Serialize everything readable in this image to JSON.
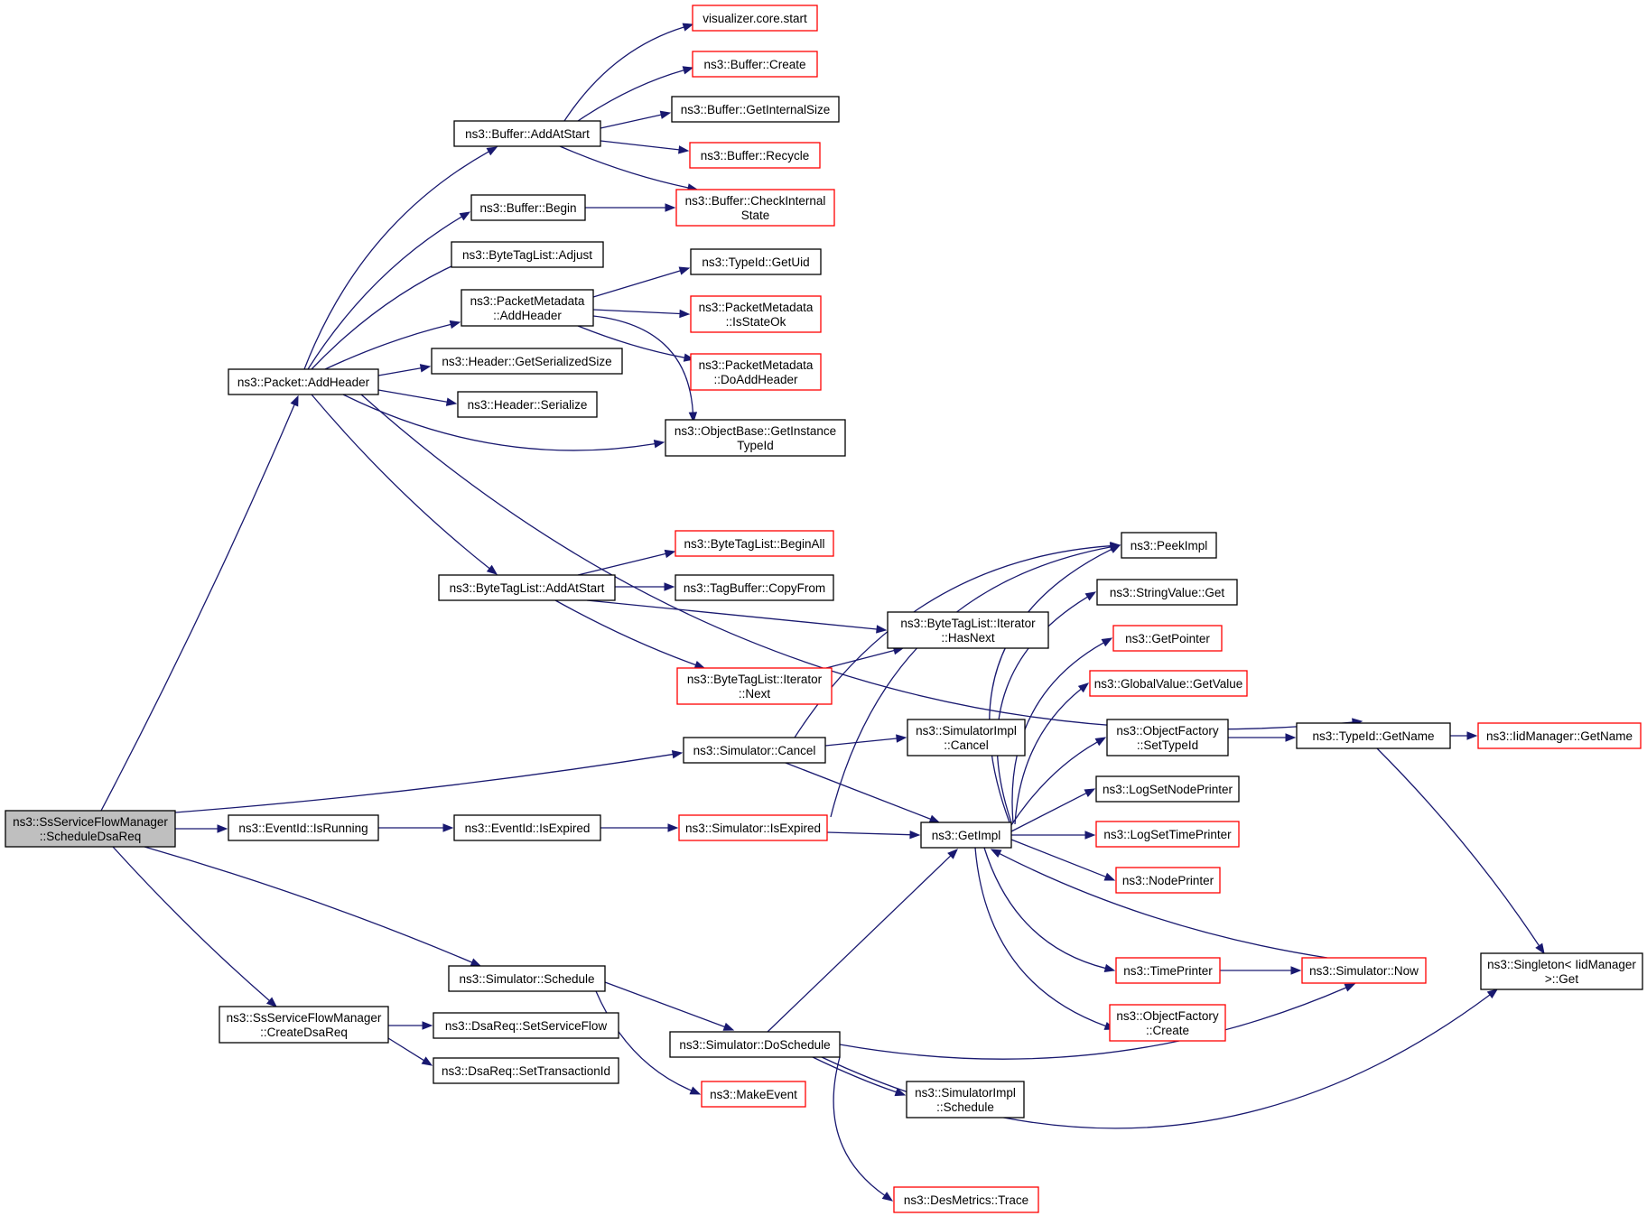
{
  "colors": {
    "edge": "#191970",
    "border_normal": "#000000",
    "border_truncated": "#ff0000",
    "fill_normal": "#ffffff",
    "fill_root": "#bfbfbf"
  },
  "nodes": [
    {
      "id": "n0",
      "lines": [
        "ns3::SsServiceFlowManager",
        "::ScheduleDsaReq"
      ],
      "style": "root"
    },
    {
      "id": "n1",
      "lines": [
        "ns3::Packet::AddHeader"
      ],
      "style": "normal"
    },
    {
      "id": "n2",
      "lines": [
        "ns3::Buffer::AddAtStart"
      ],
      "style": "normal"
    },
    {
      "id": "n3",
      "lines": [
        "visualizer.core.start"
      ],
      "style": "truncated"
    },
    {
      "id": "n4",
      "lines": [
        "ns3::Buffer::Create"
      ],
      "style": "truncated"
    },
    {
      "id": "n5",
      "lines": [
        "ns3::Buffer::GetInternalSize"
      ],
      "style": "normal"
    },
    {
      "id": "n6",
      "lines": [
        "ns3::Buffer::Recycle"
      ],
      "style": "truncated"
    },
    {
      "id": "n7",
      "lines": [
        "ns3::Buffer::CheckInternal",
        "State"
      ],
      "style": "truncated"
    },
    {
      "id": "n8",
      "lines": [
        "ns3::Buffer::Begin"
      ],
      "style": "normal"
    },
    {
      "id": "n9",
      "lines": [
        "ns3::ByteTagList::Adjust"
      ],
      "style": "normal"
    },
    {
      "id": "n10",
      "lines": [
        "ns3::PacketMetadata",
        "::AddHeader"
      ],
      "style": "normal"
    },
    {
      "id": "n11",
      "lines": [
        "ns3::TypeId::GetUid"
      ],
      "style": "normal"
    },
    {
      "id": "n12",
      "lines": [
        "ns3::PacketMetadata",
        "::IsStateOk"
      ],
      "style": "truncated"
    },
    {
      "id": "n13",
      "lines": [
        "ns3::PacketMetadata",
        "::DoAddHeader"
      ],
      "style": "truncated"
    },
    {
      "id": "n14",
      "lines": [
        "ns3::ObjectBase::GetInstance",
        "TypeId"
      ],
      "style": "normal"
    },
    {
      "id": "n15",
      "lines": [
        "ns3::Header::GetSerializedSize"
      ],
      "style": "normal"
    },
    {
      "id": "n16",
      "lines": [
        "ns3::Header::Serialize"
      ],
      "style": "normal"
    },
    {
      "id": "n17",
      "lines": [
        "ns3::TypeId::GetName"
      ],
      "style": "normal"
    },
    {
      "id": "n18",
      "lines": [
        "ns3::IidManager::GetName"
      ],
      "style": "truncated"
    },
    {
      "id": "n19",
      "lines": [
        "ns3::Singleton< IidManager",
        ">::Get"
      ],
      "style": "normal"
    },
    {
      "id": "n20",
      "lines": [
        "ns3::ByteTagList::AddAtStart"
      ],
      "style": "normal"
    },
    {
      "id": "n21",
      "lines": [
        "ns3::ByteTagList::BeginAll"
      ],
      "style": "truncated"
    },
    {
      "id": "n22",
      "lines": [
        "ns3::TagBuffer::CopyFrom"
      ],
      "style": "normal"
    },
    {
      "id": "n23",
      "lines": [
        "ns3::ByteTagList::Iterator",
        "::HasNext"
      ],
      "style": "normal"
    },
    {
      "id": "n24",
      "lines": [
        "ns3::ByteTagList::Iterator",
        "::Next"
      ],
      "style": "truncated"
    },
    {
      "id": "n25",
      "lines": [
        "ns3::Simulator::Cancel"
      ],
      "style": "normal"
    },
    {
      "id": "n26",
      "lines": [
        "ns3::SimulatorImpl",
        "::Cancel"
      ],
      "style": "normal"
    },
    {
      "id": "n27",
      "lines": [
        "ns3::GetImpl"
      ],
      "style": "normal"
    },
    {
      "id": "n28",
      "lines": [
        "ns3::PeekImpl"
      ],
      "style": "normal"
    },
    {
      "id": "n29",
      "lines": [
        "ns3::StringValue::Get"
      ],
      "style": "normal"
    },
    {
      "id": "n30",
      "lines": [
        "ns3::GetPointer"
      ],
      "style": "truncated"
    },
    {
      "id": "n31",
      "lines": [
        "ns3::GlobalValue::GetValue"
      ],
      "style": "truncated"
    },
    {
      "id": "n32",
      "lines": [
        "ns3::ObjectFactory",
        "::SetTypeId"
      ],
      "style": "normal"
    },
    {
      "id": "n33",
      "lines": [
        "ns3::LogSetNodePrinter"
      ],
      "style": "normal"
    },
    {
      "id": "n34",
      "lines": [
        "ns3::LogSetTimePrinter"
      ],
      "style": "truncated"
    },
    {
      "id": "n35",
      "lines": [
        "ns3::NodePrinter"
      ],
      "style": "truncated"
    },
    {
      "id": "n36",
      "lines": [
        "ns3::TimePrinter"
      ],
      "style": "truncated"
    },
    {
      "id": "n37",
      "lines": [
        "ns3::Simulator::Now"
      ],
      "style": "truncated"
    },
    {
      "id": "n38",
      "lines": [
        "ns3::ObjectFactory",
        "::Create"
      ],
      "style": "truncated"
    },
    {
      "id": "n39",
      "lines": [
        "ns3::EventId::IsRunning"
      ],
      "style": "normal"
    },
    {
      "id": "n40",
      "lines": [
        "ns3::EventId::IsExpired"
      ],
      "style": "normal"
    },
    {
      "id": "n41",
      "lines": [
        "ns3::Simulator::IsExpired"
      ],
      "style": "truncated"
    },
    {
      "id": "n42",
      "lines": [
        "ns3::Simulator::Schedule"
      ],
      "style": "normal"
    },
    {
      "id": "n43",
      "lines": [
        "ns3::Simulator::DoSchedule"
      ],
      "style": "normal"
    },
    {
      "id": "n44",
      "lines": [
        "ns3::MakeEvent"
      ],
      "style": "truncated"
    },
    {
      "id": "n45",
      "lines": [
        "ns3::SimulatorImpl",
        "::Schedule"
      ],
      "style": "normal"
    },
    {
      "id": "n46",
      "lines": [
        "ns3::DesMetrics::Trace"
      ],
      "style": "truncated"
    },
    {
      "id": "n47",
      "lines": [
        "ns3::SsServiceFlowManager",
        "::CreateDsaReq"
      ],
      "style": "normal"
    },
    {
      "id": "n48",
      "lines": [
        "ns3::DsaReq::SetServiceFlow"
      ],
      "style": "normal"
    },
    {
      "id": "n49",
      "lines": [
        "ns3::DsaReq::SetTransactionId"
      ],
      "style": "normal"
    }
  ],
  "edges": [
    [
      "n0",
      "n1"
    ],
    [
      "n0",
      "n25"
    ],
    [
      "n0",
      "n39"
    ],
    [
      "n0",
      "n42"
    ],
    [
      "n0",
      "n47"
    ],
    [
      "n1",
      "n2"
    ],
    [
      "n1",
      "n8"
    ],
    [
      "n1",
      "n9"
    ],
    [
      "n1",
      "n10"
    ],
    [
      "n1",
      "n15"
    ],
    [
      "n1",
      "n16"
    ],
    [
      "n1",
      "n14"
    ],
    [
      "n1",
      "n17"
    ],
    [
      "n1",
      "n20"
    ],
    [
      "n2",
      "n3"
    ],
    [
      "n2",
      "n4"
    ],
    [
      "n2",
      "n5"
    ],
    [
      "n2",
      "n6"
    ],
    [
      "n2",
      "n7"
    ],
    [
      "n8",
      "n7"
    ],
    [
      "n10",
      "n11"
    ],
    [
      "n10",
      "n12"
    ],
    [
      "n10",
      "n13"
    ],
    [
      "n10",
      "n14"
    ],
    [
      "n17",
      "n18"
    ],
    [
      "n17",
      "n19"
    ],
    [
      "n20",
      "n21"
    ],
    [
      "n20",
      "n22"
    ],
    [
      "n20",
      "n23"
    ],
    [
      "n20",
      "n24"
    ],
    [
      "n24",
      "n23"
    ],
    [
      "n25",
      "n26"
    ],
    [
      "n25",
      "n27"
    ],
    [
      "n25",
      "n28"
    ],
    [
      "n39",
      "n40"
    ],
    [
      "n40",
      "n41"
    ],
    [
      "n41",
      "n27"
    ],
    [
      "n41",
      "n28"
    ],
    [
      "n27",
      "n28"
    ],
    [
      "n27",
      "n29"
    ],
    [
      "n27",
      "n30"
    ],
    [
      "n27",
      "n31"
    ],
    [
      "n27",
      "n32"
    ],
    [
      "n27",
      "n33"
    ],
    [
      "n27",
      "n34"
    ],
    [
      "n27",
      "n35"
    ],
    [
      "n27",
      "n36"
    ],
    [
      "n27",
      "n38"
    ],
    [
      "n32",
      "n17"
    ],
    [
      "n36",
      "n37"
    ],
    [
      "n37",
      "n27"
    ],
    [
      "n42",
      "n43"
    ],
    [
      "n42",
      "n44"
    ],
    [
      "n43",
      "n27"
    ],
    [
      "n43",
      "n37"
    ],
    [
      "n43",
      "n45"
    ],
    [
      "n43",
      "n46"
    ],
    [
      "n43",
      "n19"
    ],
    [
      "n47",
      "n48"
    ],
    [
      "n47",
      "n49"
    ]
  ]
}
